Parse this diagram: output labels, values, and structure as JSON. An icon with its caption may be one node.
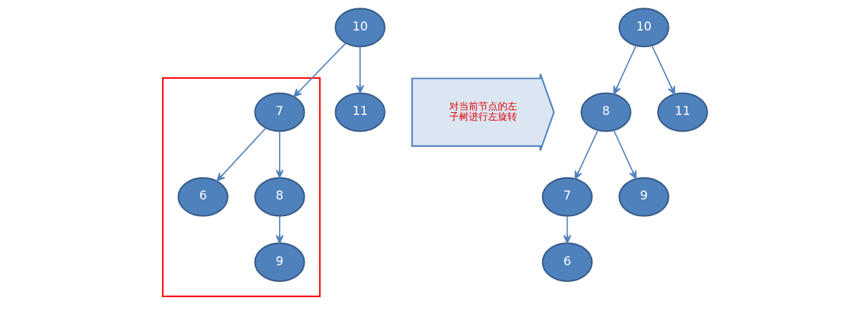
{
  "diagram": {
    "nodes": [
      {
        "text": [
          "10"
        ]
      },
      {
        "text": [],
        "shape": "box"
      },
      {
        "text": [
          "7"
        ],
        "in": 1
      },
      {
        "text": [
          "11"
        ]
      },
      {
        "text": [
          "6"
        ],
        "in": 1
      },
      {
        "text": [
          "8"
        ],
        "in": 1
      },
      {
        "text": [
          "9"
        ],
        "in": 1
      },
      {
        "text": [
          "对当前节点的左子树进行左旋转"
        ]
      },
      {
        "text": [
          "10"
        ]
      },
      {
        "text": [
          "8"
        ]
      },
      {
        "text": [
          "11"
        ]
      },
      {
        "text": [
          "7"
        ]
      },
      {
        "text": [
          "9"
        ]
      },
      {
        "text": [
          "6"
        ]
      }
    ],
    "edges": [
      {
        "from": 0,
        "to": 2,
        "arrow": "to"
      },
      {
        "from": 0,
        "to": 3,
        "arrow": "to"
      },
      {
        "from": 2,
        "to": 4,
        "arrow": "to"
      },
      {
        "from": 2,
        "to": 5,
        "arrow": "to"
      },
      {
        "from": 5,
        "to": 6,
        "arrow": "to"
      },
      {
        "from": 8,
        "to": 9,
        "arrow": "to"
      },
      {
        "from": 8,
        "to": 10,
        "arrow": "to"
      },
      {
        "from": 9,
        "to": 11,
        "arrow": "to"
      },
      {
        "from": 9,
        "to": 12,
        "arrow": "to"
      },
      {
        "from": 11,
        "to": 13,
        "arrow": "to"
      }
    ]
  }
}
